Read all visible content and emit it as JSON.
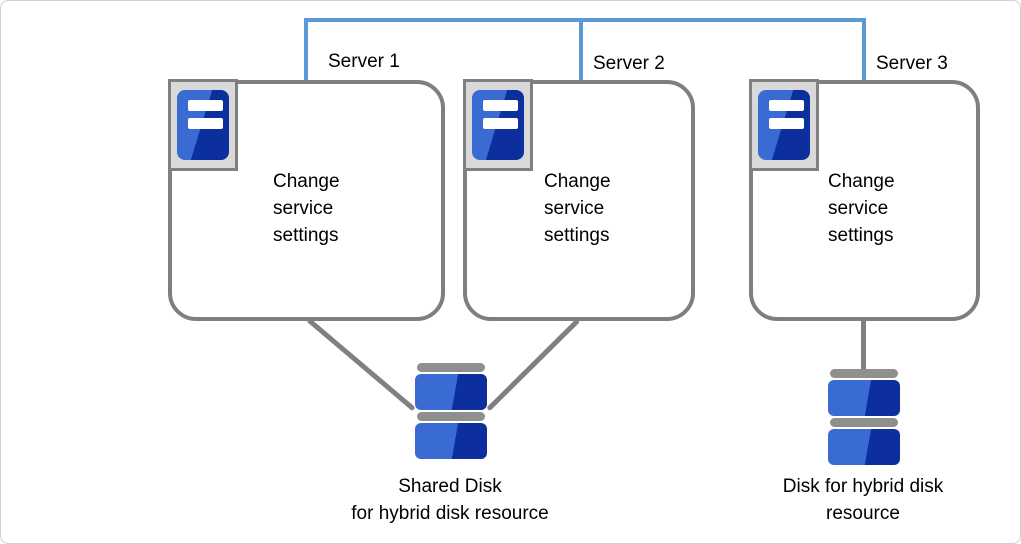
{
  "diagram": {
    "servers": [
      {
        "label": "Server 1",
        "body": "Change\nservice\nsettings"
      },
      {
        "label": "Server 2",
        "body": "Change\nservice\nsettings"
      },
      {
        "label": "Server 3",
        "body": "Change\nservice\nsettings"
      }
    ],
    "disks": [
      {
        "label": "Shared Disk\nfor hybrid disk resource"
      },
      {
        "label": "Disk for hybrid disk\nresource"
      }
    ],
    "icons": {
      "server": "server-tower-icon",
      "disk": "disk-stack-icon"
    },
    "colors": {
      "connector_blue": "#5B9BD5",
      "line_gray": "#808080",
      "box_border": "#7F7F7F",
      "icon_bg": "#D9D9D9",
      "tower_light": "#3A6BD3",
      "tower_dark": "#0D2F9E",
      "disk_cap": "#8F8F8F",
      "canvas_border": "#D0D0D0",
      "text": "#000000"
    }
  }
}
